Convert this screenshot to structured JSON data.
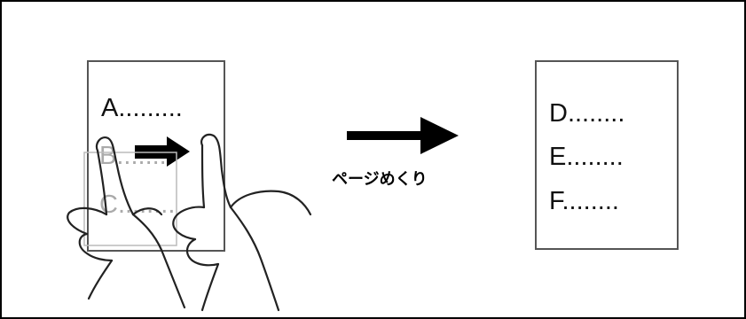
{
  "left_page": {
    "lines": [
      "A.........",
      "B........",
      "C........"
    ]
  },
  "right_page": {
    "lines": [
      "D........",
      "E........",
      "F........"
    ]
  },
  "caption": "ページめくり",
  "icons": [
    "page-turn-arrow-icon",
    "swipe-direction-arrow-icon",
    "hand-left-icon",
    "hand-right-icon"
  ]
}
